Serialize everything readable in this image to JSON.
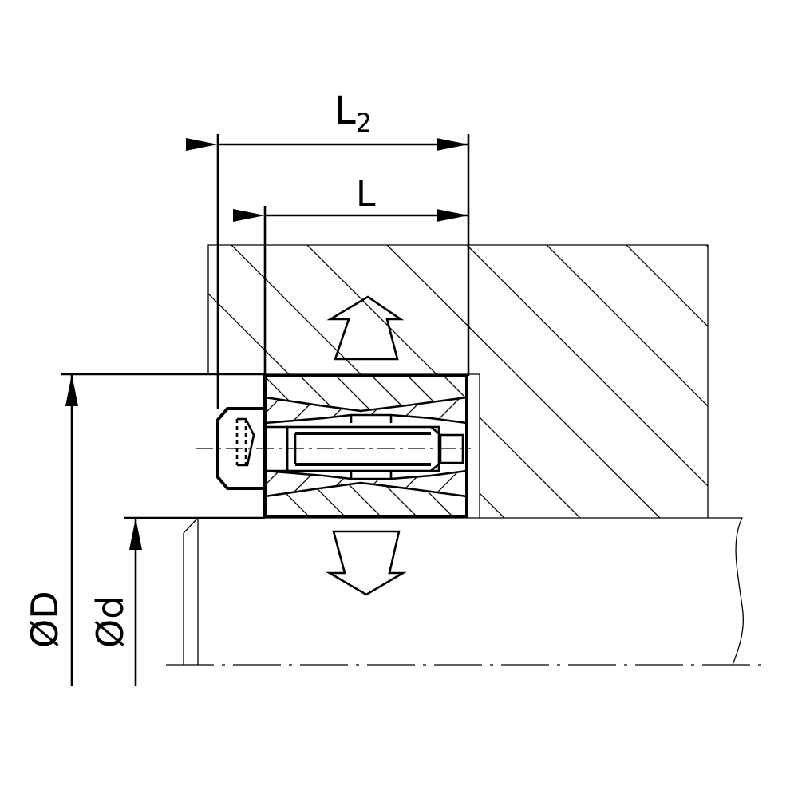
{
  "dimensions": {
    "L2": {
      "main": "L",
      "sub": "2"
    },
    "L": {
      "main": "L"
    },
    "D": "ØD",
    "d": "Ød"
  },
  "colors": {
    "line": "#000000",
    "background": "#ffffff"
  },
  "arrows": {
    "upper": "pressure-arrow-up",
    "lower": "pressure-arrow-down"
  }
}
